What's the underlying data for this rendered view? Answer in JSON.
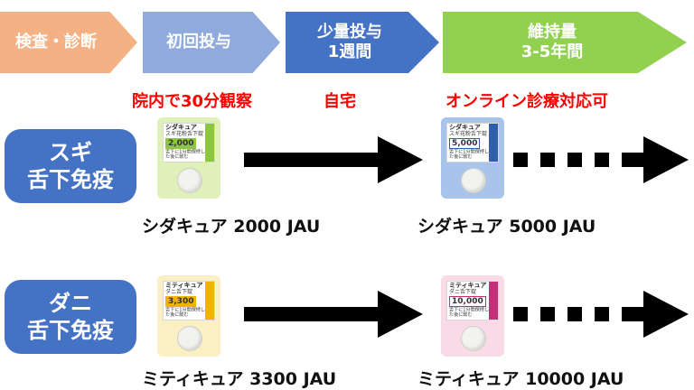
{
  "stages": [
    {
      "label": "検査・診断",
      "color": "#f4b183"
    },
    {
      "label": "初回投与",
      "color": "#8faadc"
    },
    {
      "label": "少量投与\n1週間",
      "color": "#4472c4"
    },
    {
      "label": "維持量\n3-5年間",
      "color": "#92d050"
    }
  ],
  "notes": {
    "initial": "院内で30分観察",
    "home": "自宅",
    "online": "オンライン診療対応可"
  },
  "rows": [
    {
      "category": "スギ\n舌下免疫",
      "start_product": {
        "brand": "シダキュア",
        "sub": "スギ花粉舌下錠",
        "dose": "2,000",
        "note": "舌下に1分間保持した後に飲む",
        "label": "シダキュア 2000 JAU",
        "bg": "#dff0b8",
        "dose_bg": "#8cc63f",
        "strip": "#8cc63f"
      },
      "maint_product": {
        "brand": "シダキュア",
        "sub": "スギ花粉舌下錠",
        "dose": "5,000",
        "note": "舌下に1分間保持した後に飲む",
        "label": "シダキュア 5000 JAU",
        "bg": "#a8c4ea",
        "dose_bg": "#ffffff",
        "strip": "#2f5fa8"
      }
    },
    {
      "category": "ダニ\n舌下免疫",
      "start_product": {
        "brand": "ミティキュア",
        "sub": "ダニ舌下錠",
        "dose": "3,300",
        "note": "舌下に1分間保持した後に飲む",
        "label": "ミティキュア 3300 JAU",
        "bg": "#fbefc4",
        "dose_bg": "#f0b400",
        "strip": "#f0b400"
      },
      "maint_product": {
        "brand": "ミティキュア",
        "sub": "ダニ舌下錠",
        "dose": "10,000",
        "note": "舌下に1分間保持した後に飲む",
        "label": "ミティキュア 10000 JAU",
        "bg": "#f8dbe6",
        "dose_bg": "#ffffff",
        "strip": "#c2307a"
      }
    }
  ]
}
